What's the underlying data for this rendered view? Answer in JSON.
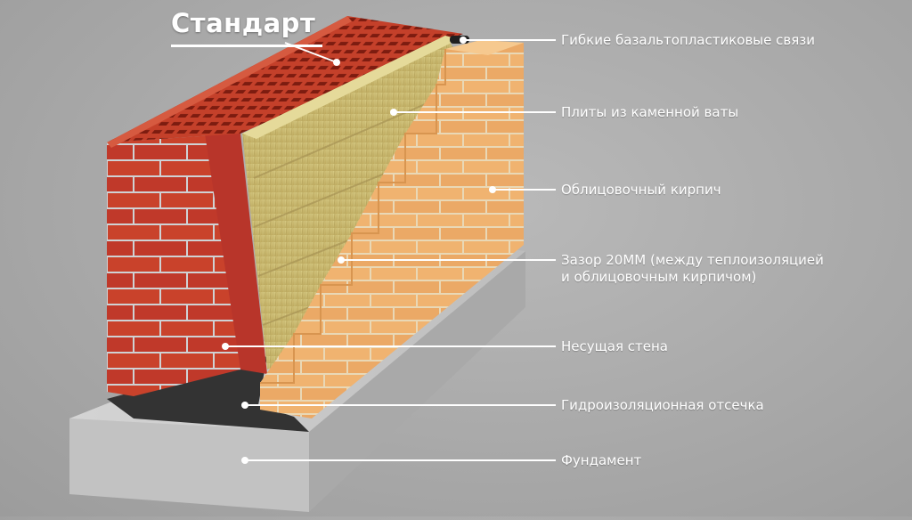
{
  "title": "Стандарт",
  "labels": [
    {
      "text": "Гибкие базальтопластиковые связи"
    },
    {
      "text": "Плиты из каменной ваты"
    },
    {
      "text": "Облицовочный кирпич"
    },
    {
      "text": "Зазор 20ММ (между теплоизоляцией",
      "text2": "и облицовочным кирпичом)"
    },
    {
      "text": "Несущая стена"
    },
    {
      "text": "Гидроизоляционная отсечка"
    },
    {
      "text": "Фундамент"
    }
  ],
  "colors": {
    "ceramic_block": "#c9422b",
    "facing_brick": "#f2b874",
    "insulation": "#cdbf75",
    "waterproofing": "#3a3a3a",
    "foundation": "#c6c6c6",
    "label_text": "#ffffff"
  }
}
